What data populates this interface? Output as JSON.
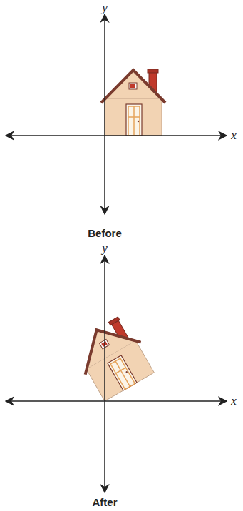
{
  "diagram": {
    "labels": [
      "y",
      "x",
      "Before",
      "y",
      "x",
      "After"
    ]
  }
}
